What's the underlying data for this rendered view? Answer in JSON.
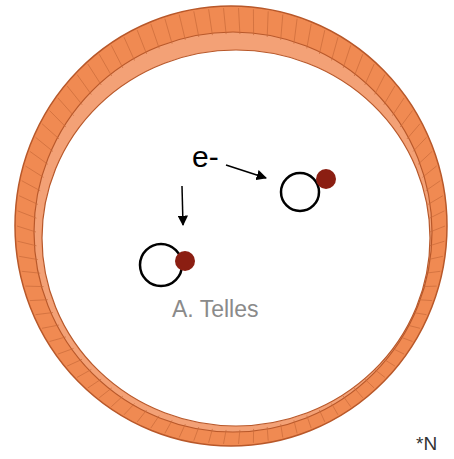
{
  "diagram": {
    "labels": [
      "e-",
      "A. Telles",
      "*N"
    ]
  }
}
